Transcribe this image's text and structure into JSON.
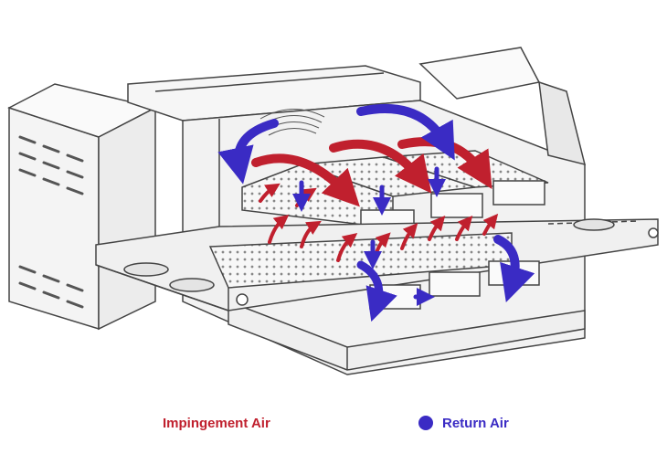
{
  "legend": {
    "impingement_label": "Impingement Air",
    "return_label": "Return Air"
  },
  "colors": {
    "impingement": "#c0202e",
    "return": "#3a2bc4",
    "line": "#444444",
    "panel": "#f4f4f4"
  },
  "icons": {
    "impingement_arrow": "red-curved-arrow",
    "return_arrow": "blue-curved-arrow",
    "return_marker": "blue-dot"
  }
}
